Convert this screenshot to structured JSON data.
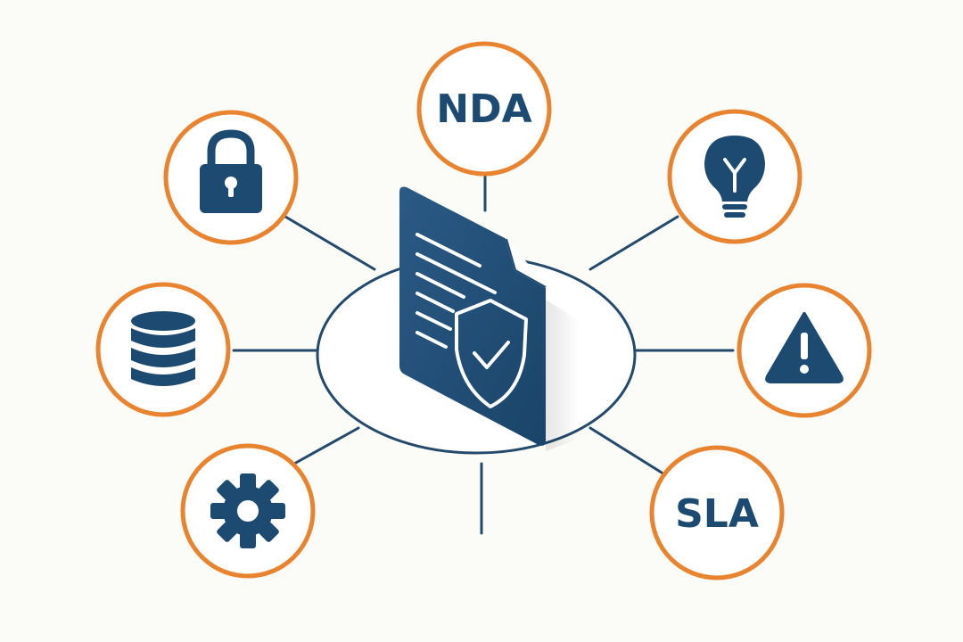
{
  "colors": {
    "background": "#fbfbf8",
    "navy": "#1d4a70",
    "orange": "#e8832f",
    "line": "#23496b",
    "white": "#ffffff"
  },
  "nodes": {
    "top": {
      "label": "NDA",
      "icon": "text-label"
    },
    "top_left": {
      "icon": "padlock-icon"
    },
    "top_right": {
      "icon": "lightbulb-icon"
    },
    "mid_left": {
      "icon": "database-icon"
    },
    "mid_right": {
      "icon": "warning-triangle-icon"
    },
    "bottom_left": {
      "icon": "gear-icon"
    },
    "bottom_right": {
      "label": "SLA",
      "icon": "text-label"
    }
  },
  "center": {
    "icon": "secured-document-icon"
  }
}
